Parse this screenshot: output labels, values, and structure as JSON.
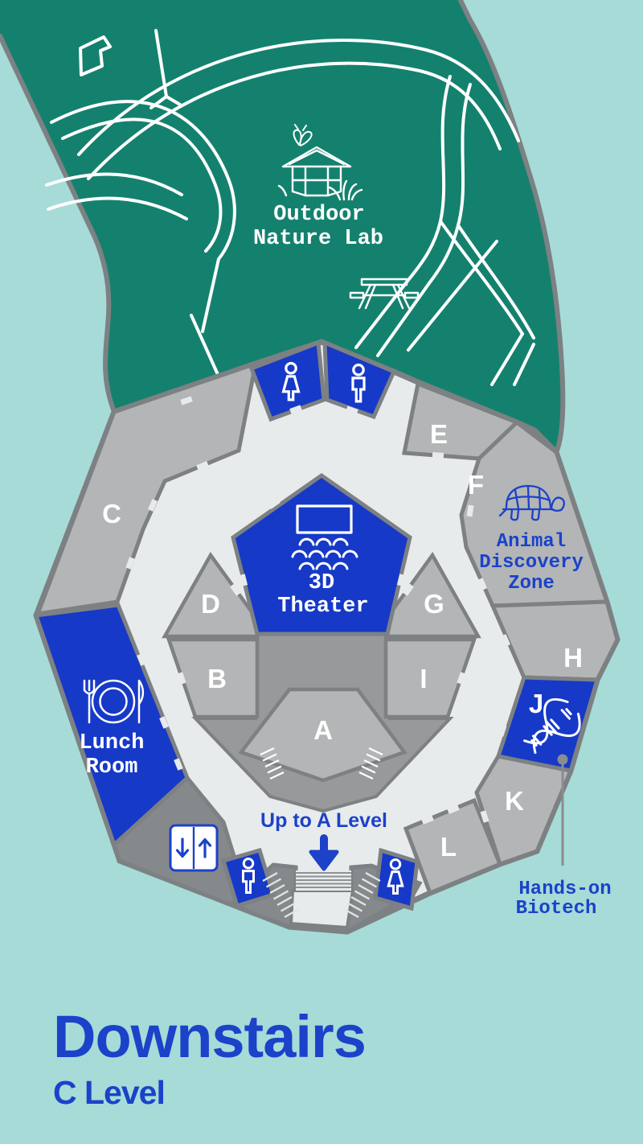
{
  "palette": {
    "background": "#a6dbd8",
    "outdoor_green": "#14816e",
    "map_blue": "#1639c8",
    "text_blue": "#1b42c9",
    "floor_light": "#e8ebec",
    "room_gray": "#b3b5b6",
    "inner_dark_gray": "#97999b",
    "wall_gray": "#7d8183",
    "trail_white": "#ffffff",
    "leader_gray": "#8a8d8f"
  },
  "header": {
    "title": "Downstairs",
    "subtitle": "C Level"
  },
  "outdoor_area": {
    "label_line1": "Outdoor",
    "label_line2": "Nature Lab"
  },
  "zones": {
    "theater": {
      "label_line1": "3D",
      "label_line2": "Theater"
    },
    "lunch_room": {
      "label_line1": "Lunch",
      "label_line2": "Room"
    },
    "animal_discovery": {
      "label_line1": "Animal",
      "label_line2": "Discovery",
      "label_line3": "Zone"
    },
    "hands_on_biotech": {
      "label_line1": "Hands-on",
      "label_line2": "Biotech"
    }
  },
  "navigation": {
    "stairs_label": "Up to A Level"
  },
  "rooms": [
    {
      "label": "A"
    },
    {
      "label": "B"
    },
    {
      "label": "C"
    },
    {
      "label": "D"
    },
    {
      "label": "E"
    },
    {
      "label": "F"
    },
    {
      "label": "G"
    },
    {
      "label": "H"
    },
    {
      "label": "I"
    },
    {
      "label": "J"
    },
    {
      "label": "K"
    },
    {
      "label": "L"
    }
  ],
  "icons": [
    "butterfly-icon",
    "gazebo-icon",
    "picnic-table-icon",
    "woman-icon",
    "man-icon",
    "movie-screen-icon",
    "audience-icon",
    "cutlery-plate-icon",
    "turtle-icon",
    "dna-icon",
    "elevator-icon",
    "down-arrow-icon"
  ]
}
